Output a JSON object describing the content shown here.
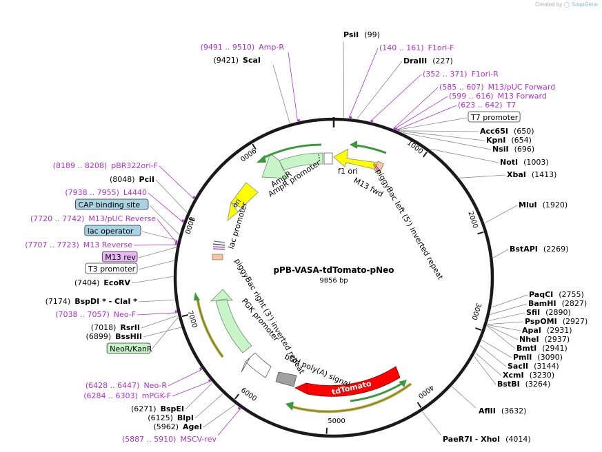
{
  "credit": {
    "prefix": "Created by",
    "brand": "SnapGene"
  },
  "plasmid": {
    "name": "pPB-VASA-tdTomato-pNeo",
    "size": "9856 bp",
    "length": 9856
  },
  "colors": {
    "backbone": "#1a1a1a",
    "primer": "#b12fd8",
    "site": "#000000",
    "leader": "#888888",
    "ampr": "#c8f5c8",
    "ori": "#ffff00",
    "f1ori": "#ffffff",
    "neo": "#c8f5c8",
    "tdtomato": "#ff0000",
    "pgk": "#ffffff",
    "bgh": "#a0a0a0",
    "lac": "#f8c7a0",
    "itr": "#ffffff",
    "cap_fill": "#a9d3e3",
    "lacop_fill": "#a9d3e3",
    "m13rev_fill": "#e8b8f4"
  },
  "ticks": [
    {
      "bp": 1000,
      "label": "1000"
    },
    {
      "bp": 2000,
      "label": "2000"
    },
    {
      "bp": 3000,
      "label": "3000"
    },
    {
      "bp": 4000,
      "label": "4000"
    },
    {
      "bp": 5000,
      "label": "5000"
    },
    {
      "bp": 6000,
      "label": "6000"
    },
    {
      "bp": 7000,
      "label": "7000"
    },
    {
      "bp": 8000,
      "label": "8000"
    },
    {
      "bp": 9000,
      "label": "9000"
    }
  ],
  "labels": [
    {
      "id": "psi",
      "kind": "site",
      "name": "PsiI",
      "coord": "(99)",
      "bp": 99
    },
    {
      "id": "f1ori-f",
      "kind": "primer",
      "name": "F1ori-F",
      "coord": "(140 .. 161)",
      "bp": 150
    },
    {
      "id": "draiii",
      "kind": "site",
      "name": "DraIII",
      "coord": "(227)",
      "bp": 227
    },
    {
      "id": "f1ori-r",
      "kind": "primer",
      "name": "F1ori-R",
      "coord": "(352 .. 371)",
      "bp": 361
    },
    {
      "id": "m13puc-fwd",
      "kind": "primer",
      "name": "M13/pUC Forward",
      "coord": "(585 .. 607)",
      "bp": 596
    },
    {
      "id": "m13-fwd",
      "kind": "primer",
      "name": "M13 Forward",
      "coord": "(599 .. 616)",
      "bp": 607
    },
    {
      "id": "t7",
      "kind": "primer",
      "name": "T7",
      "coord": "(623 .. 642)",
      "bp": 632
    },
    {
      "id": "t7-promoter",
      "kind": "box",
      "name": "T7 promoter",
      "bp": 632,
      "box": "plain"
    },
    {
      "id": "acc65i",
      "kind": "site",
      "name": "Acc65I",
      "coord": "(650)",
      "bp": 650
    },
    {
      "id": "kpni",
      "kind": "site",
      "name": "KpnI",
      "coord": "(654)",
      "bp": 654
    },
    {
      "id": "nsii",
      "kind": "site",
      "name": "NsiI",
      "coord": "(696)",
      "bp": 696
    },
    {
      "id": "noti",
      "kind": "site",
      "name": "NotI",
      "coord": "(1003)",
      "bp": 1003
    },
    {
      "id": "xbai",
      "kind": "site",
      "name": "XbaI",
      "coord": "(1413)",
      "bp": 1413
    },
    {
      "id": "mlui",
      "kind": "site",
      "name": "MluI",
      "coord": "(1920)",
      "bp": 1920
    },
    {
      "id": "bstapi",
      "kind": "site",
      "name": "BstAPI",
      "coord": "(2269)",
      "bp": 2269
    },
    {
      "id": "paqci",
      "kind": "site",
      "name": "PaqCI",
      "coord": "(2755)",
      "bp": 2755
    },
    {
      "id": "bamhi",
      "kind": "site",
      "name": "BamHI",
      "coord": "(2827)",
      "bp": 2827
    },
    {
      "id": "sfii",
      "kind": "site",
      "name": "SfiI",
      "coord": "(2890)",
      "bp": 2890
    },
    {
      "id": "pspomi",
      "kind": "site",
      "name": "PspOMI",
      "coord": "(2927)",
      "bp": 2927
    },
    {
      "id": "apai",
      "kind": "site",
      "name": "ApaI",
      "coord": "(2931)",
      "bp": 2931
    },
    {
      "id": "nhei",
      "kind": "site",
      "name": "NheI",
      "coord": "(2937)",
      "bp": 2937
    },
    {
      "id": "bmti",
      "kind": "site",
      "name": "BmtI",
      "coord": "(2941)",
      "bp": 2941
    },
    {
      "id": "pmli",
      "kind": "site",
      "name": "PmlI",
      "coord": "(3090)",
      "bp": 3090
    },
    {
      "id": "sacii",
      "kind": "site",
      "name": "SacII",
      "coord": "(3144)",
      "bp": 3144
    },
    {
      "id": "xcmi",
      "kind": "site",
      "name": "XcmI",
      "coord": "(3230)",
      "bp": 3230
    },
    {
      "id": "bstbi",
      "kind": "site",
      "name": "BstBI",
      "coord": "(3264)",
      "bp": 3264
    },
    {
      "id": "aflii",
      "kind": "site",
      "name": "AflII",
      "coord": "(3632)",
      "bp": 3632
    },
    {
      "id": "paer7i",
      "kind": "site",
      "name": "PaeR7I  -  XhoI",
      "coord": "(4014)",
      "bp": 4014
    },
    {
      "id": "mscv-rev",
      "kind": "primer",
      "name": "MSCV-rev",
      "coord": "(5887 .. 5910)",
      "bp": 5898
    },
    {
      "id": "agei",
      "kind": "site",
      "name": "AgeI",
      "coord": "(5962)",
      "bp": 5962
    },
    {
      "id": "blpi",
      "kind": "site",
      "name": "BlpI",
      "coord": "(6125)",
      "bp": 6125
    },
    {
      "id": "bspei",
      "kind": "site",
      "name": "BspEI",
      "coord": "(6271)",
      "bp": 6271
    },
    {
      "id": "mpgk-f",
      "kind": "primer",
      "name": "mPGK-F",
      "coord": "(6284 .. 6303)",
      "bp": 6293
    },
    {
      "id": "neo-r",
      "kind": "primer",
      "name": "Neo-R",
      "coord": "(6428 .. 6447)",
      "bp": 6437
    },
    {
      "id": "neor-kanr",
      "kind": "box",
      "name": "NeoR/KanR",
      "bp": 7000,
      "box": "neo"
    },
    {
      "id": "bsshii",
      "kind": "site",
      "name": "BssHII",
      "coord": "(6899)",
      "bp": 6899
    },
    {
      "id": "rsrii",
      "kind": "site",
      "name": "RsrII",
      "coord": "(7018)",
      "bp": 7018
    },
    {
      "id": "neo-f",
      "kind": "primer",
      "name": "Neo-F",
      "coord": "(7038 .. 7057)",
      "bp": 7047
    },
    {
      "id": "bspdi",
      "kind": "site",
      "name": "BspDI *  -  ClaI *",
      "coord": "(7174)",
      "bp": 7174
    },
    {
      "id": "ecorv",
      "kind": "site",
      "name": "EcoRV",
      "coord": "(7404)",
      "bp": 7404
    },
    {
      "id": "t3-promoter",
      "kind": "box",
      "name": "T3 promoter",
      "bp": 7560,
      "box": "plain"
    },
    {
      "id": "m13-rev",
      "kind": "box",
      "name": "M13 rev",
      "bp": 7690,
      "box": "m13rev"
    },
    {
      "id": "m13-reverse",
      "kind": "primer",
      "name": "M13 Reverse",
      "coord": "(7707 .. 7723)",
      "bp": 7715
    },
    {
      "id": "m13puc-rev",
      "kind": "primer",
      "name": "M13/pUC Reverse",
      "coord": "(7720 .. 7742)",
      "bp": 7731
    },
    {
      "id": "lac-operator",
      "kind": "box",
      "name": "lac operator",
      "bp": 7760,
      "box": "lacop"
    },
    {
      "id": "cap-site",
      "kind": "box",
      "name": "CAP binding site",
      "bp": 7820,
      "box": "cap"
    },
    {
      "id": "l4440",
      "kind": "primer",
      "name": "L4440",
      "coord": "(7938 .. 7955)",
      "bp": 7946
    },
    {
      "id": "pcii",
      "kind": "site",
      "name": "PciI",
      "coord": "(8048)",
      "bp": 8048
    },
    {
      "id": "pbr322ori-f",
      "kind": "primer",
      "name": "pBR322ori-F",
      "coord": "(8189 .. 8208)",
      "bp": 8198
    },
    {
      "id": "scai",
      "kind": "site",
      "name": "ScaI",
      "coord": "(9421)",
      "bp": 9421
    },
    {
      "id": "amp-r",
      "kind": "primer",
      "name": "Amp-R",
      "coord": "(9491 .. 9510)",
      "bp": 9500
    }
  ],
  "features": [
    {
      "id": "ampr",
      "name": "AmpR"
    },
    {
      "id": "ampr-promoter",
      "name": "AmpR promoter"
    },
    {
      "id": "ori",
      "name": "ori"
    },
    {
      "id": "lac-promoter",
      "name": "lac promoter"
    },
    {
      "id": "f1-ori",
      "name": "f1 ori"
    },
    {
      "id": "m13-fwd",
      "name": "M13 fwd"
    },
    {
      "id": "pb-left",
      "name": "piggyBac left (5') inverted repeat"
    },
    {
      "id": "pb-right",
      "name": "piggyBac right (3') inverted repeat"
    },
    {
      "id": "pgk",
      "name": "PGK promoter"
    },
    {
      "id": "bgh",
      "name": "bGH poly(A) signal"
    },
    {
      "id": "tdtomato",
      "name": "tdTomato"
    }
  ]
}
